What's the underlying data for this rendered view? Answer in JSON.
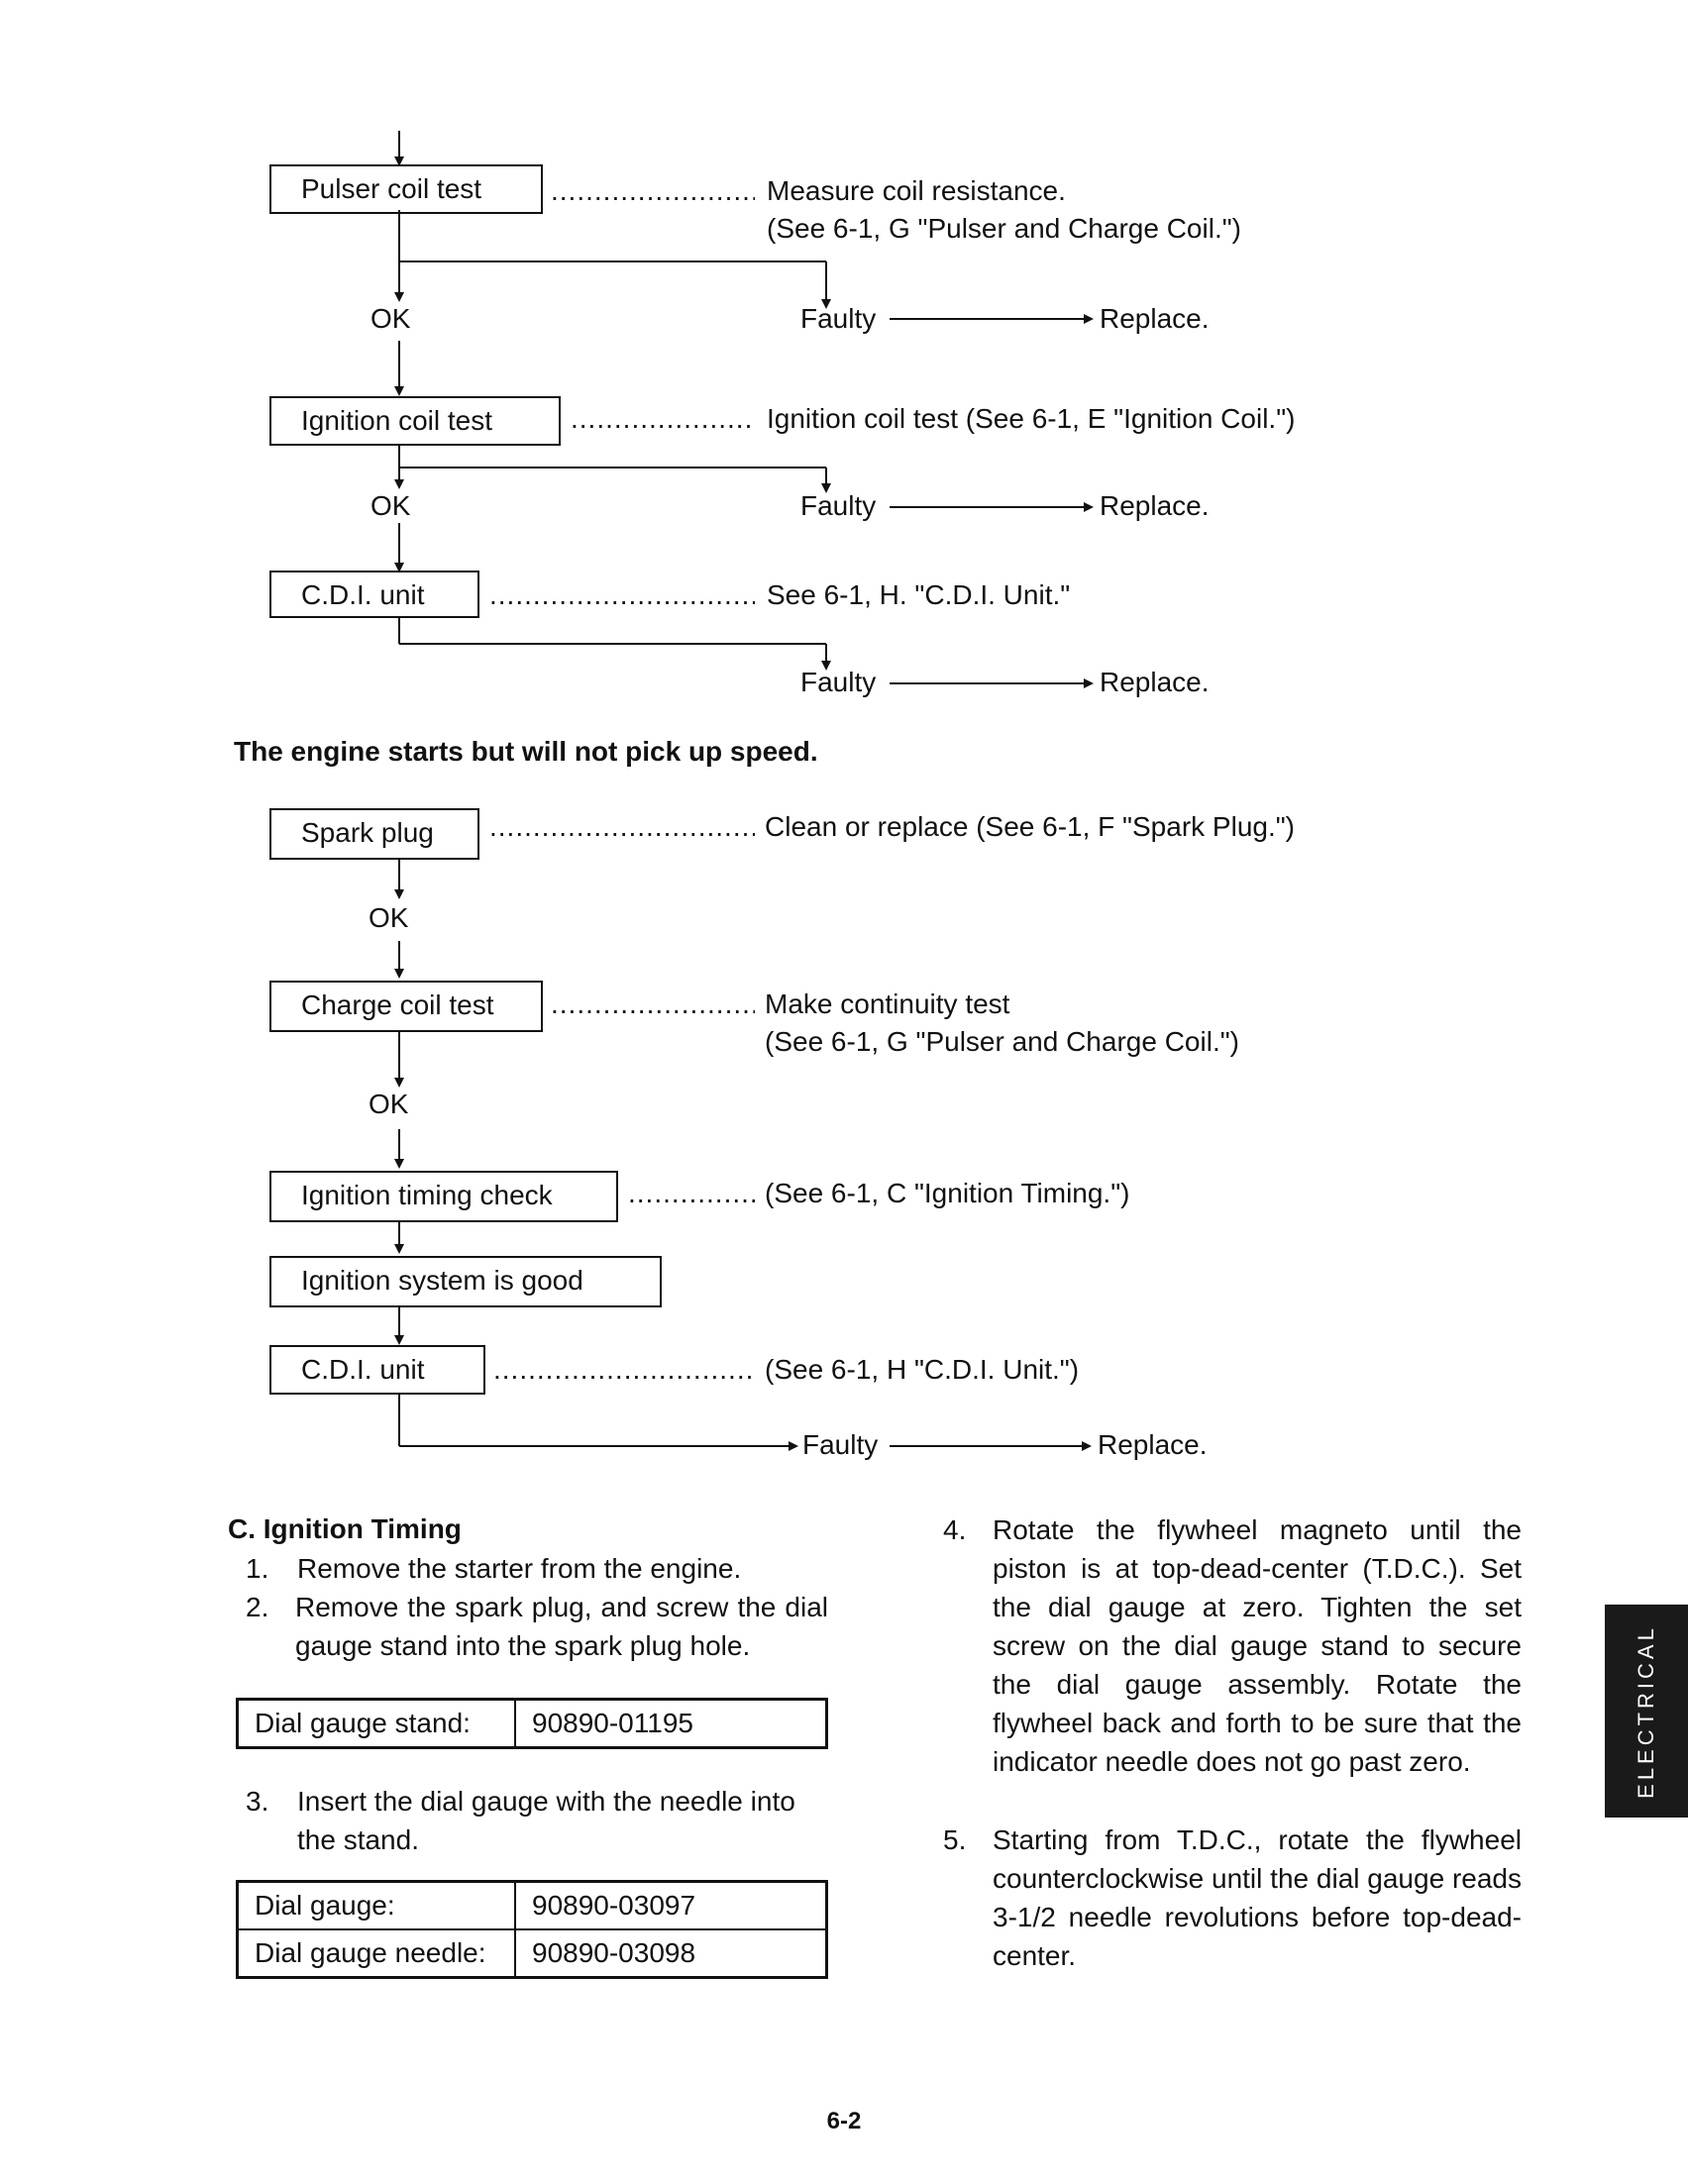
{
  "flow1": {
    "pulser_box": "Pulser coil test",
    "pulser_note1": "Measure coil resistance.",
    "pulser_note2": "(See 6-1, G \"Pulser and Charge Coil.\")",
    "ok1": "OK",
    "faulty1": "Faulty",
    "replace1": "Replace.",
    "ignition_box": "Ignition coil test",
    "ignition_note": "Ignition coil test (See 6-1, E \"Ignition Coil.\")",
    "ok2": "OK",
    "faulty2": "Faulty",
    "replace2": "Replace.",
    "cdi_box": "C.D.I. unit",
    "cdi_note": "See 6-1, H. \"C.D.I. Unit.\"",
    "faulty3": "Faulty",
    "replace3": "Replace."
  },
  "section_heading": "The engine starts but will not pick up speed.",
  "flow2": {
    "spark_box": "Spark plug",
    "spark_note": "Clean or replace (See 6-1, F \"Spark Plug.\")",
    "ok1": "OK",
    "charge_box": "Charge coil test",
    "charge_note1": "Make continuity test",
    "charge_note2": "(See 6-1, G \"Pulser and Charge Coil.\")",
    "ok2": "OK",
    "timing_box": "Ignition timing check",
    "timing_note": "(See 6-1, C \"Ignition Timing.\")",
    "system_box": "Ignition system is good",
    "cdi_box": "C.D.I. unit",
    "cdi_note": "(See 6-1, H \"C.D.I. Unit.\")",
    "faulty": "Faulty",
    "replace": "Replace."
  },
  "ignition_timing": {
    "heading": "C.  Ignition Timing",
    "step1_num": "1.",
    "step1": "Remove the starter from the engine.",
    "step2_num": "2.",
    "step2": "Remove the spark plug, and screw the dial gauge stand into the spark plug hole.",
    "table1": [
      [
        "Dial gauge stand:",
        "90890-01195"
      ]
    ],
    "step3_num": "3.",
    "step3": "Insert the dial gauge with the needle into the stand.",
    "table2": [
      [
        "Dial gauge:",
        "90890-03097"
      ],
      [
        "Dial gauge needle:",
        "90890-03098"
      ]
    ],
    "step4_num": "4.",
    "step4": "Rotate the flywheel magneto until the piston is at top-dead-center (T.D.C.). Set the dial gauge at zero. Tighten the set screw on the dial gauge stand to secure the dial gauge assembly. Rotate the flywheel back and forth to be sure that the indicator needle does not go past zero.",
    "step5_num": "5.",
    "step5": "Starting from T.D.C., rotate the flywheel counterclockwise until the dial gauge reads 3-1/2 needle revolutions before top-dead-center."
  },
  "side_tab": "ELECTRICAL",
  "page_number": "6-2"
}
